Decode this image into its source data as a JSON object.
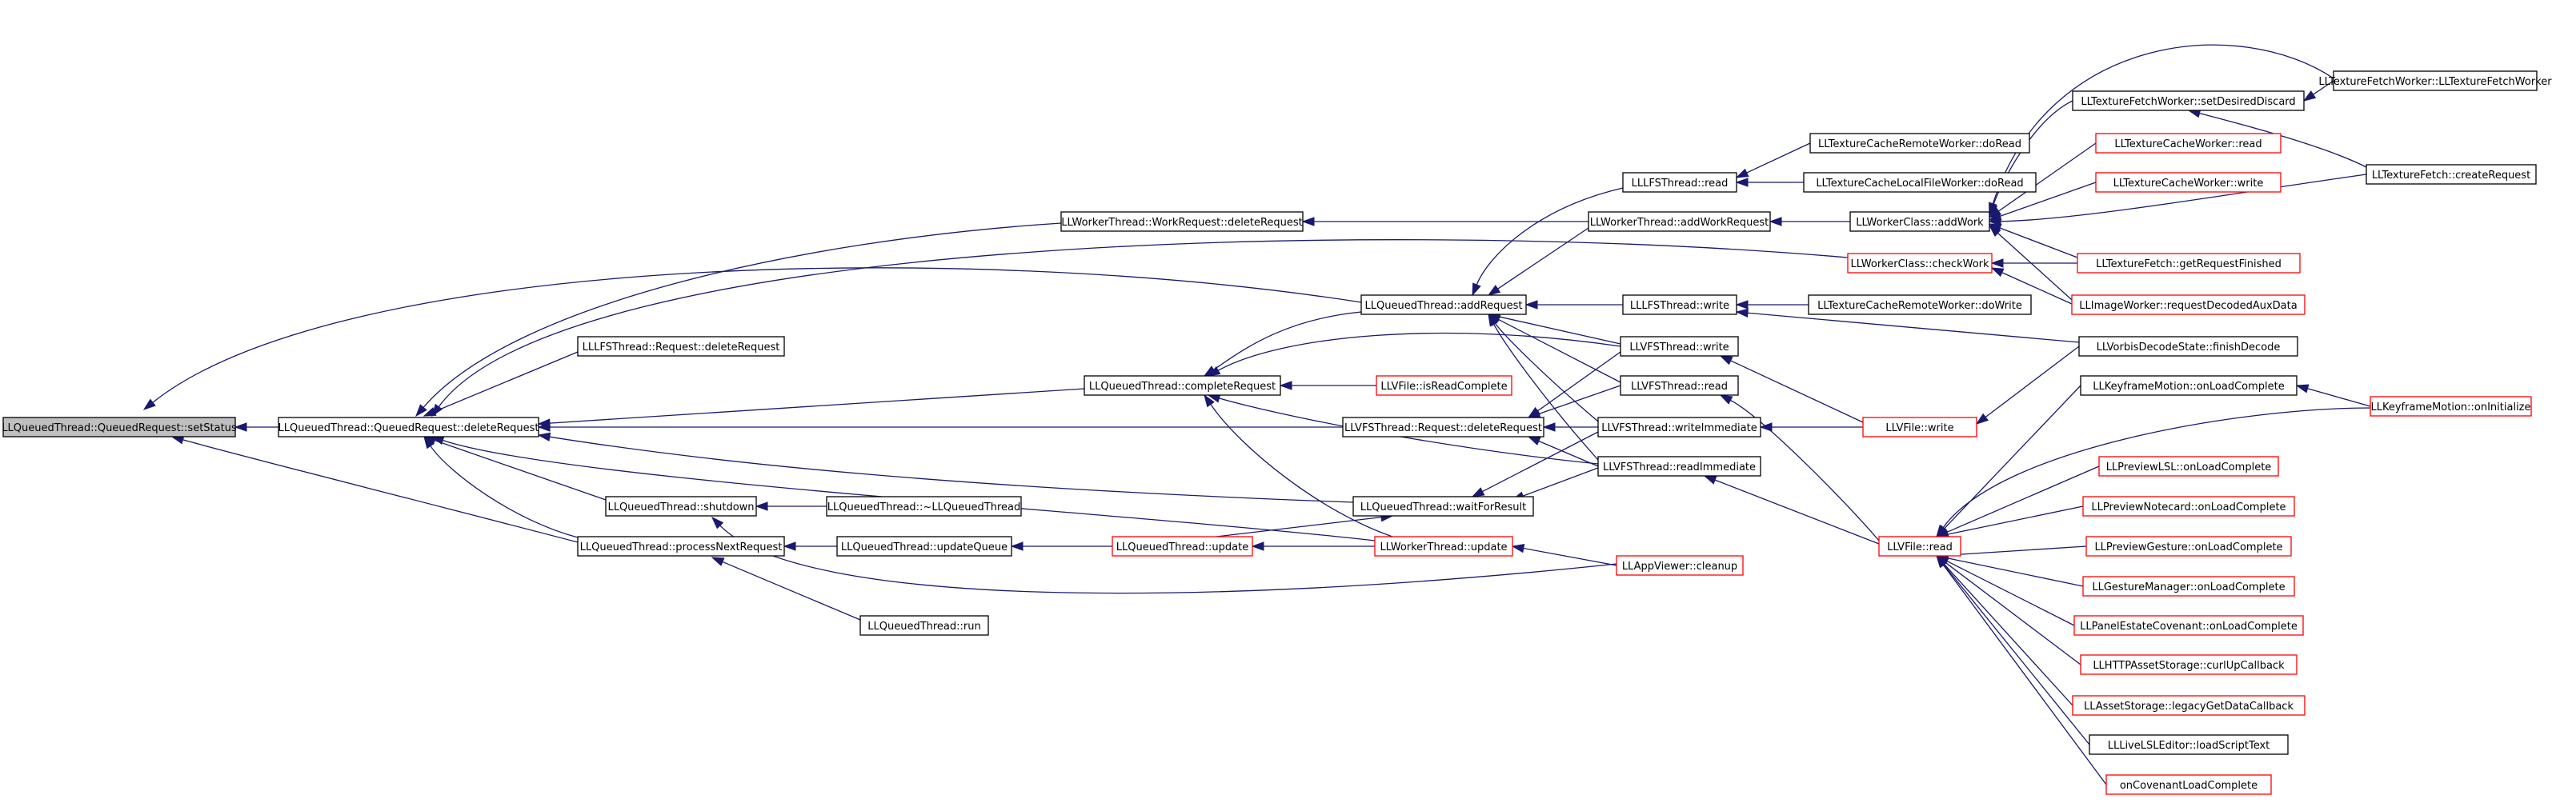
{
  "nodes": {
    "setStatus": {
      "label": "LLQueuedThread::QueuedRequest::setStatus"
    },
    "deleteRequest": {
      "label": "LLQueuedThread::QueuedRequest::deleteRequest"
    },
    "wtDeleteRequest": {
      "label": "LLWorkerThread::WorkRequest::deleteRequest"
    },
    "lfsReqDelete": {
      "label": "LLLFSThread::Request::deleteRequest"
    },
    "shutdown": {
      "label": "LLQueuedThread::shutdown"
    },
    "processNext": {
      "label": "LLQueuedThread::processNextRequest"
    },
    "dtor": {
      "label": "LLQueuedThread::~LLQueuedThread"
    },
    "updateQueue": {
      "label": "LLQueuedThread::updateQueue"
    },
    "run": {
      "label": "LLQueuedThread::run"
    },
    "qtUpdate": {
      "label": "LLQueuedThread::update"
    },
    "completeRequest": {
      "label": "LLQueuedThread::completeRequest"
    },
    "addRequest": {
      "label": "LLQueuedThread::addRequest"
    },
    "waitForResult": {
      "label": "LLQueuedThread::waitForResult"
    },
    "vfsReqDelete": {
      "label": "LLVFSThread::Request::deleteRequest"
    },
    "isReadComplete": {
      "label": "LLVFile::isReadComplete"
    },
    "wtUpdate": {
      "label": "LLWorkerThread::update"
    },
    "lfsRead": {
      "label": "LLLFSThread::read"
    },
    "addWorkRequest": {
      "label": "LLWorkerThread::addWorkRequest"
    },
    "lfsWrite": {
      "label": "LLLFSThread::write"
    },
    "vfsWrite": {
      "label": "LLVFSThread::write"
    },
    "vfsRead": {
      "label": "LLVFSThread::read"
    },
    "writeImmediate": {
      "label": "LLVFSThread::writeImmediate"
    },
    "readImmediate": {
      "label": "LLVFSThread::readImmediate"
    },
    "appCleanup": {
      "label": "LLAppViewer::cleanup"
    },
    "remoteDoRead": {
      "label": "LLTextureCacheRemoteWorker::doRead"
    },
    "localDoRead": {
      "label": "LLTextureCacheLocalFileWorker::doRead"
    },
    "addWork": {
      "label": "LLWorkerClass::addWork"
    },
    "checkWork": {
      "label": "LLWorkerClass::checkWork"
    },
    "remoteDoWrite": {
      "label": "LLTextureCacheRemoteWorker::doWrite"
    },
    "vfileWrite": {
      "label": "LLVFile::write"
    },
    "vfileRead": {
      "label": "LLVFile::read"
    },
    "setDesiredDiscard": {
      "label": "LLTextureFetchWorker::setDesiredDiscard"
    },
    "tcwRead": {
      "label": "LLTextureCacheWorker::read"
    },
    "tcwWrite": {
      "label": "LLTextureCacheWorker::write"
    },
    "getReqFinished": {
      "label": "LLTextureFetch::getRequestFinished"
    },
    "reqDecodedAux": {
      "label": "LLImageWorker::requestDecodedAuxData"
    },
    "finishDecode": {
      "label": "LLVorbisDecodeState::finishDecode"
    },
    "kfLoadComplete": {
      "label": "LLKeyframeMotion::onLoadComplete"
    },
    "previewLSL": {
      "label": "LLPreviewLSL::onLoadComplete"
    },
    "previewNotecard": {
      "label": "LLPreviewNotecard::onLoadComplete"
    },
    "previewGesture": {
      "label": "LLPreviewGesture::onLoadComplete"
    },
    "gestureMgr": {
      "label": "LLGestureManager::onLoadComplete"
    },
    "estateCovenant": {
      "label": "LLPanelEstateCovenant::onLoadComplete"
    },
    "curlUp": {
      "label": "LLHTTPAssetStorage::curlUpCallback"
    },
    "legacyGet": {
      "label": "LLAssetStorage::legacyGetDataCallback"
    },
    "loadScriptText": {
      "label": "LLLiveLSLEditor::loadScriptText"
    },
    "onCovenant": {
      "label": "onCovenantLoadComplete"
    },
    "tfwCtor": {
      "label": "LLTextureFetchWorker::LLTextureFetchWorker"
    },
    "createRequest": {
      "label": "LLTextureFetch::createRequest"
    },
    "kfInit": {
      "label": "LLKeyframeMotion::onInitialize"
    }
  },
  "colors": {
    "edge": "#191970",
    "root_fill": "#bfbfbf",
    "incomplete_border": "#ff0000",
    "normal_border": "#000000"
  }
}
